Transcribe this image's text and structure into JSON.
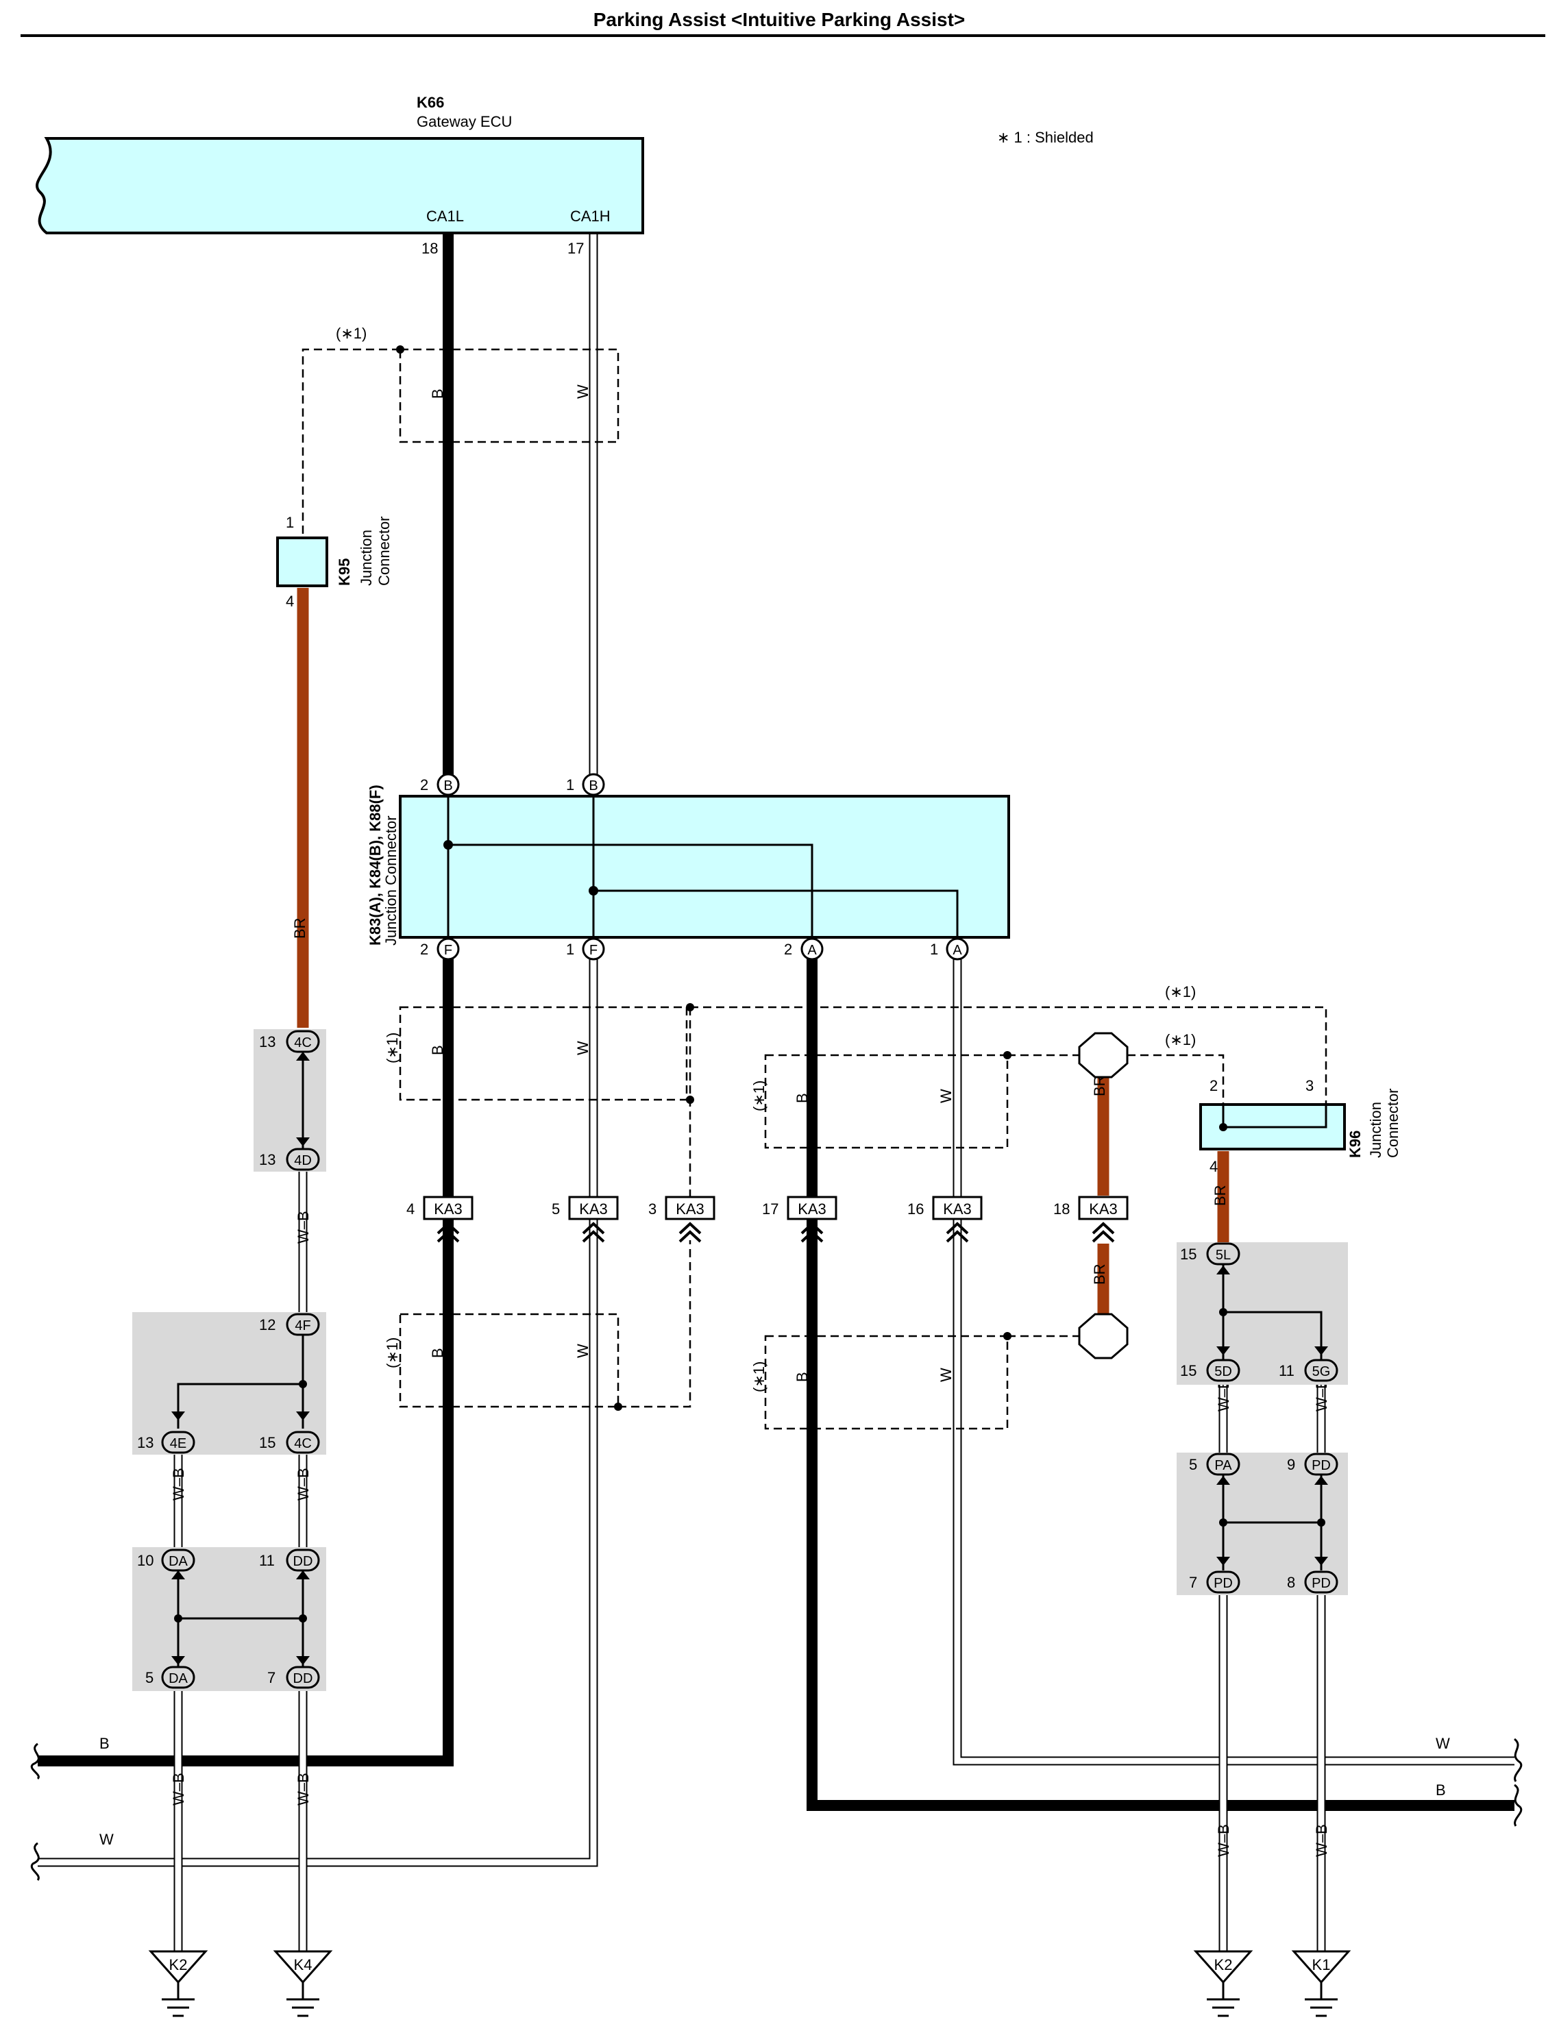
{
  "title": "Parking Assist <Intuitive Parking Assist>",
  "legend": "∗ 1 : Shielded",
  "shield_tag": "(∗1)",
  "colors": {
    "brown": "#a23b0c",
    "ecu_fill": "#cfffff",
    "splice_bg": "#d9d9d9"
  },
  "ecu": {
    "code": "K66",
    "name": "Gateway ECU",
    "term1": "CA1L",
    "term2": "CA1H",
    "pin1": "18",
    "pin2": "17"
  },
  "k95": {
    "code": "K95",
    "line1": "Junction",
    "line2": "Connector",
    "pin_top": "1",
    "pin_bottom": "4"
  },
  "jc": {
    "label1": "K83(A), K84(B), K88(F)",
    "label2": "Junction Connector",
    "top_pins": [
      {
        "num": "2",
        "code": "B"
      },
      {
        "num": "1",
        "code": "B"
      }
    ],
    "bottom_pins": [
      {
        "num": "2",
        "code": "F"
      },
      {
        "num": "1",
        "code": "F"
      },
      {
        "num": "2",
        "code": "A"
      },
      {
        "num": "1",
        "code": "A"
      }
    ]
  },
  "k96": {
    "code": "K96",
    "line1": "Junction",
    "line2": "Connector",
    "pin_left": "2",
    "pin_right": "3",
    "pin_bottom": "4"
  },
  "ka3": [
    {
      "num": "4",
      "code": "KA3"
    },
    {
      "num": "5",
      "code": "KA3"
    },
    {
      "num": "3",
      "code": "KA3"
    },
    {
      "num": "17",
      "code": "KA3"
    },
    {
      "num": "16",
      "code": "KA3"
    },
    {
      "num": "18",
      "code": "KA3"
    }
  ],
  "splice_left": [
    {
      "num": "13",
      "code": "4C"
    },
    {
      "num": "13",
      "code": "4D"
    },
    {
      "num": "12",
      "code": "4F"
    },
    {
      "num": "13",
      "code": "4E"
    },
    {
      "num": "15",
      "code": "4C"
    },
    {
      "num": "10",
      "code": "DA"
    },
    {
      "num": "11",
      "code": "DD"
    },
    {
      "num": "5",
      "code": "DA"
    },
    {
      "num": "7",
      "code": "DD"
    }
  ],
  "splice_right": [
    {
      "num": "15",
      "code": "5L"
    },
    {
      "num": "15",
      "code": "5D"
    },
    {
      "num": "11",
      "code": "5G"
    },
    {
      "num": "5",
      "code": "PA"
    },
    {
      "num": "9",
      "code": "PD"
    },
    {
      "num": "7",
      "code": "PD"
    },
    {
      "num": "8",
      "code": "PD"
    }
  ],
  "wire_colors": {
    "b": "B",
    "w": "W",
    "br": "BR",
    "wb": "W–B"
  },
  "grounds": [
    {
      "code": "K2"
    },
    {
      "code": "K4"
    },
    {
      "code": "K2"
    },
    {
      "code": "K1"
    }
  ]
}
